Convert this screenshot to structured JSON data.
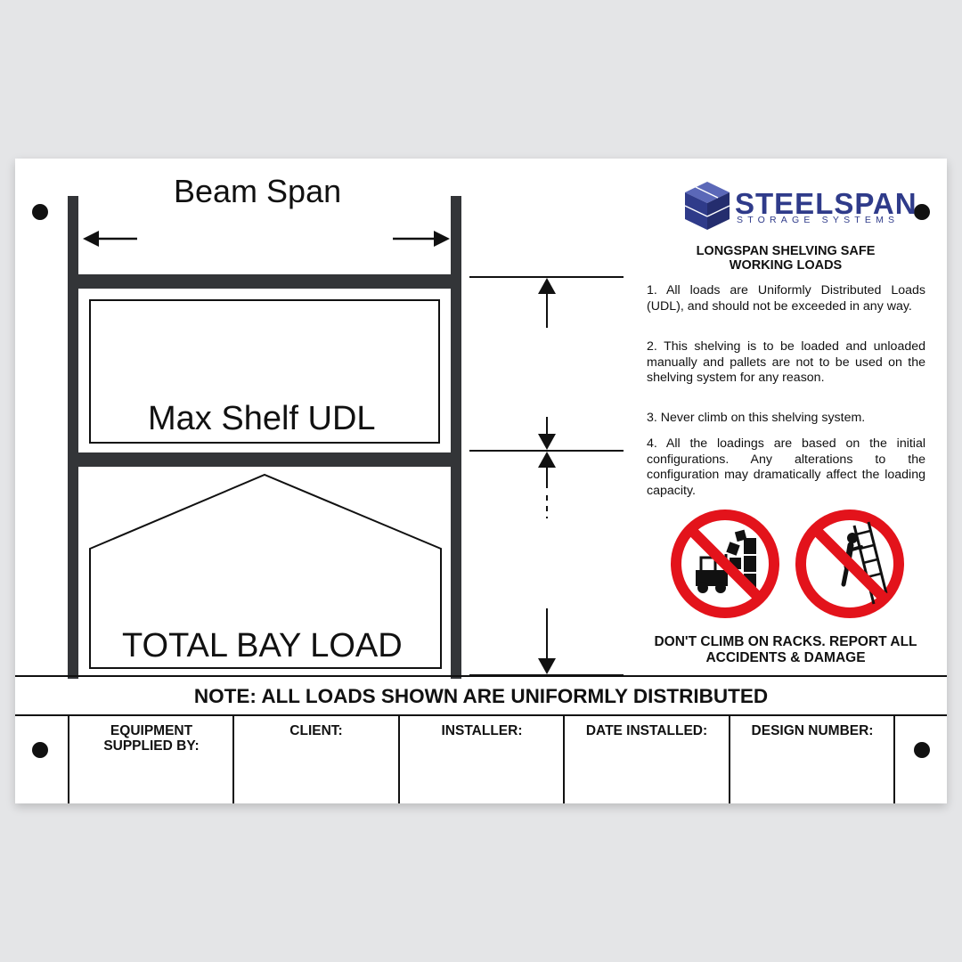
{
  "diagram": {
    "beam_span_label": "Beam Span",
    "shelf_label": "Max Shelf UDL",
    "bay_label": "TOTAL BAY LOAD"
  },
  "brand": {
    "name": "STEELSPAN",
    "tagline": "STORAGE SYSTEMS",
    "logo_icon": "stacked-cubes-icon",
    "color": "#2f3b8a"
  },
  "heading": {
    "line1": "LONGSPAN SHELVING SAFE",
    "line2": "WORKING LOADS"
  },
  "rules": [
    "1. All loads are Uniformly Distributed Loads (UDL), and should not be exceeded in any way.",
    "2. This shelving is to be loaded and unloaded manually and pallets are not to be used on the shelving system for any reason.",
    "3. Never climb on this shelving system.",
    "4. All the loadings are based on the initial configurations. Any alterations to the configuration may dramatically affect the loading capacity."
  ],
  "prohibition_icons": [
    "no-forklift-pallet-icon",
    "no-climbing-icon"
  ],
  "prohibition_color": "#e3131b",
  "warning": {
    "line1": "DON'T CLIMB ON RACKS. REPORT ALL",
    "line2": "ACCIDENTS & DAMAGE"
  },
  "note": "NOTE: ALL LOADS SHOWN ARE UNIFORMLY DISTRIBUTED",
  "fields": [
    {
      "line1": "EQUIPMENT",
      "line2": "SUPPLIED BY:"
    },
    {
      "line1": "CLIENT:",
      "line2": ""
    },
    {
      "line1": "INSTALLER:",
      "line2": ""
    },
    {
      "line1": "DATE INSTALLED:",
      "line2": ""
    },
    {
      "line1": "DESIGN NUMBER:",
      "line2": ""
    }
  ]
}
